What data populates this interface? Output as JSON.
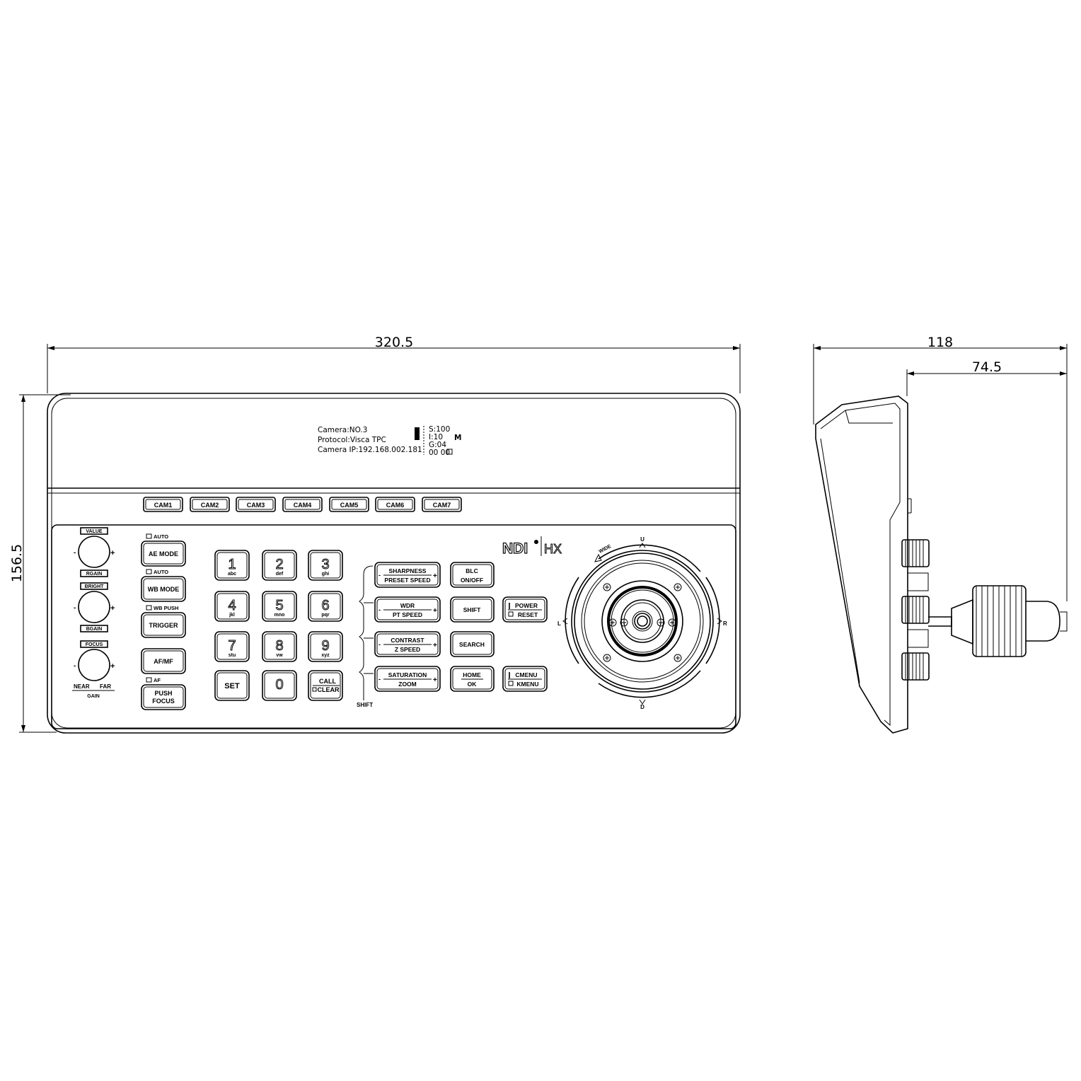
{
  "dimensions": {
    "width": "320.5",
    "height": "156.5",
    "side_depth": "118",
    "side_offset": "74.5"
  },
  "display": {
    "camera": "Camera:NO.3",
    "protocol": "Protocol:Visca TPC",
    "ip": "Camera IP:192.168.002.181",
    "s": "S:100",
    "i": "I:10",
    "g": "G:04",
    "counter": "00 00",
    "mode": "M"
  },
  "cam_buttons": [
    "CAM1",
    "CAM2",
    "CAM3",
    "CAM4",
    "CAM5",
    "CAM6",
    "CAM7"
  ],
  "knobs": [
    {
      "top": "VALUE",
      "bottom": "RGAIN",
      "minus": "-",
      "plus": "+"
    },
    {
      "top": "BRIGHT",
      "bottom": "BGAIN",
      "minus": "-",
      "plus": "+"
    },
    {
      "top": "FOCUS",
      "minus": "-",
      "plus": "+",
      "near": "NEAR",
      "far": "FAR",
      "gain": "GAIN"
    }
  ],
  "mode_buttons": [
    {
      "indicator": "AUTO",
      "label": "AE MODE"
    },
    {
      "indicator": "AUTO",
      "label": "WB MODE"
    },
    {
      "indicator": "WB PUSH",
      "label": "TRIGGER"
    },
    {
      "indicator": "",
      "label": "AF/MF"
    },
    {
      "indicator": "AF",
      "label": "PUSH FOCUS"
    }
  ],
  "keypad": [
    {
      "digit": "1",
      "sub": "abc"
    },
    {
      "digit": "2",
      "sub": "def"
    },
    {
      "digit": "3",
      "sub": "ghi"
    },
    {
      "digit": "4",
      "sub": "jkl"
    },
    {
      "digit": "5",
      "sub": "mno"
    },
    {
      "digit": "6",
      "sub": "pqr"
    },
    {
      "digit": "7",
      "sub": "stu"
    },
    {
      "digit": "8",
      "sub": "vw"
    },
    {
      "digit": "9",
      "sub": "xyz"
    },
    {
      "digit": "SET",
      "sub": ""
    },
    {
      "digit": "0",
      "sub": ""
    },
    {
      "digit": "CALL",
      "sub": "CLEAR"
    }
  ],
  "function_buttons": [
    {
      "top": "SHARPNESS",
      "bottom": "PRESET SPEED"
    },
    {
      "top": "WDR",
      "bottom": "PT SPEED"
    },
    {
      "top": "CONTRAST",
      "bottom": "Z SPEED"
    },
    {
      "top": "SATURATION",
      "bottom": "ZOOM"
    }
  ],
  "shift_label": "SHIFT",
  "middle_buttons": [
    {
      "top": "BLC",
      "bottom": "ON/OFF"
    },
    {
      "top": "SHIFT",
      "bottom": ""
    },
    {
      "top": "SEARCH",
      "bottom": ""
    },
    {
      "top": "HOME",
      "bottom": "OK"
    }
  ],
  "right_buttons": [
    {
      "top": "POWER",
      "bottom": "RESET"
    },
    {
      "top": "CMENU",
      "bottom": "KMENU"
    }
  ],
  "logo": {
    "ndi": "NDI",
    "hx": "HX"
  },
  "joystick": {
    "up": "U",
    "down": "D",
    "left": "L",
    "right": "R",
    "wide": "WIDE"
  }
}
